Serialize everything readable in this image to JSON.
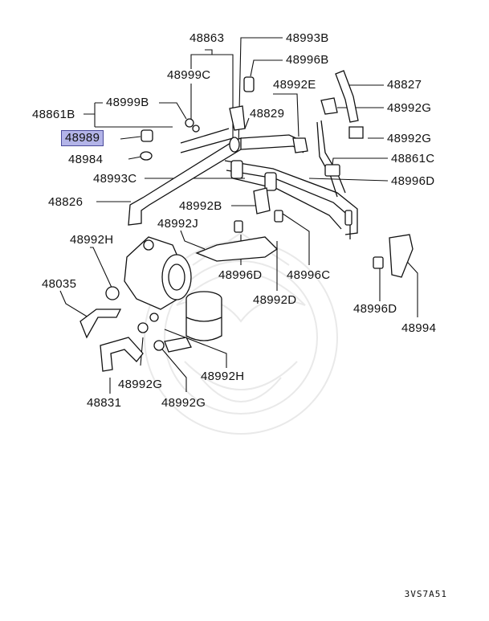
{
  "diagram": {
    "reference_code": "3VS7A51",
    "parts": [
      {
        "id": "p48863",
        "label": "48863"
      },
      {
        "id": "p48993B",
        "label": "48993B"
      },
      {
        "id": "p48996B",
        "label": "48996B"
      },
      {
        "id": "p48999C",
        "label": "48999C"
      },
      {
        "id": "p48992E",
        "label": "48992E"
      },
      {
        "id": "p48827",
        "label": "48827"
      },
      {
        "id": "p48999B",
        "label": "48999B"
      },
      {
        "id": "p48829",
        "label": "48829"
      },
      {
        "id": "p48992G_a",
        "label": "48992G"
      },
      {
        "id": "p48861B",
        "label": "48861B"
      },
      {
        "id": "p48989",
        "label": "48989",
        "highlighted": true
      },
      {
        "id": "p48992G_b",
        "label": "48992G"
      },
      {
        "id": "p48984",
        "label": "48984"
      },
      {
        "id": "p48861C",
        "label": "48861C"
      },
      {
        "id": "p48993C",
        "label": "48993C"
      },
      {
        "id": "p48996D_a",
        "label": "48996D"
      },
      {
        "id": "p48826",
        "label": "48826"
      },
      {
        "id": "p48992B",
        "label": "48992B"
      },
      {
        "id": "p48992J",
        "label": "48992J"
      },
      {
        "id": "p48992H_a",
        "label": "48992H"
      },
      {
        "id": "p48996D_b",
        "label": "48996D"
      },
      {
        "id": "p48996C",
        "label": "48996C"
      },
      {
        "id": "p48035",
        "label": "48035"
      },
      {
        "id": "p48992D",
        "label": "48992D"
      },
      {
        "id": "p48996D_c",
        "label": "48996D"
      },
      {
        "id": "p48994",
        "label": "48994"
      },
      {
        "id": "p48992G_c",
        "label": "48992G"
      },
      {
        "id": "p48992H_b",
        "label": "48992H"
      },
      {
        "id": "p48831",
        "label": "48831"
      },
      {
        "id": "p48992G_d",
        "label": "48992G"
      }
    ]
  }
}
